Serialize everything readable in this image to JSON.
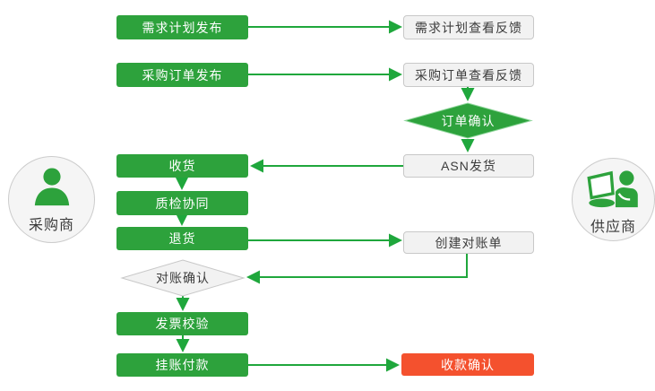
{
  "diagram": {
    "type": "flowchart",
    "actors": {
      "buyer": {
        "label": "采购商",
        "icon": "person-icon"
      },
      "supplier": {
        "label": "供应商",
        "icon": "person-laptop-icon"
      }
    },
    "nodes": [
      {
        "id": "demand-plan-publish",
        "label": "需求计划发布",
        "kind": "process",
        "lane": "buyer",
        "color": "green"
      },
      {
        "id": "demand-plan-feedback",
        "label": "需求计划查看反馈",
        "kind": "process",
        "lane": "supplier",
        "color": "gray"
      },
      {
        "id": "po-publish",
        "label": "采购订单发布",
        "kind": "process",
        "lane": "buyer",
        "color": "green"
      },
      {
        "id": "po-feedback",
        "label": "采购订单查看反馈",
        "kind": "process",
        "lane": "supplier",
        "color": "gray"
      },
      {
        "id": "order-confirm",
        "label": "订单确认",
        "kind": "decision",
        "lane": "supplier",
        "color": "green"
      },
      {
        "id": "asn-ship",
        "label": "ASN发货",
        "kind": "process",
        "lane": "supplier",
        "color": "gray"
      },
      {
        "id": "receive-goods",
        "label": "收货",
        "kind": "process",
        "lane": "buyer",
        "color": "green"
      },
      {
        "id": "quality-collab",
        "label": "质检协同",
        "kind": "process",
        "lane": "buyer",
        "color": "green"
      },
      {
        "id": "return-goods",
        "label": "退货",
        "kind": "process",
        "lane": "buyer",
        "color": "green"
      },
      {
        "id": "create-statement",
        "label": "创建对账单",
        "kind": "process",
        "lane": "supplier",
        "color": "gray"
      },
      {
        "id": "statement-confirm",
        "label": "对账确认",
        "kind": "decision",
        "lane": "buyer",
        "color": "gray"
      },
      {
        "id": "invoice-check",
        "label": "发票校验",
        "kind": "process",
        "lane": "buyer",
        "color": "green"
      },
      {
        "id": "payment",
        "label": "挂账付款",
        "kind": "process",
        "lane": "buyer",
        "color": "green"
      },
      {
        "id": "receipt-confirm",
        "label": "收款确认",
        "kind": "process",
        "lane": "supplier",
        "color": "orange"
      }
    ],
    "edges": [
      {
        "from": "demand-plan-publish",
        "to": "demand-plan-feedback"
      },
      {
        "from": "po-publish",
        "to": "po-feedback"
      },
      {
        "from": "po-feedback",
        "to": "order-confirm"
      },
      {
        "from": "order-confirm",
        "to": "asn-ship"
      },
      {
        "from": "asn-ship",
        "to": "receive-goods"
      },
      {
        "from": "receive-goods",
        "to": "quality-collab"
      },
      {
        "from": "quality-collab",
        "to": "return-goods"
      },
      {
        "from": "return-goods",
        "to": "create-statement"
      },
      {
        "from": "create-statement",
        "to": "statement-confirm"
      },
      {
        "from": "statement-confirm",
        "to": "invoice-check"
      },
      {
        "from": "invoice-check",
        "to": "payment"
      },
      {
        "from": "payment",
        "to": "receipt-confirm"
      }
    ],
    "colors": {
      "process_green": "#2da23c",
      "connector_green": "#1fa73c",
      "highlight_orange": "#f4512e",
      "neutral_fill": "#f2f2f2",
      "neutral_border": "#c8c8c8",
      "text_dark": "#3c3c3c"
    }
  }
}
